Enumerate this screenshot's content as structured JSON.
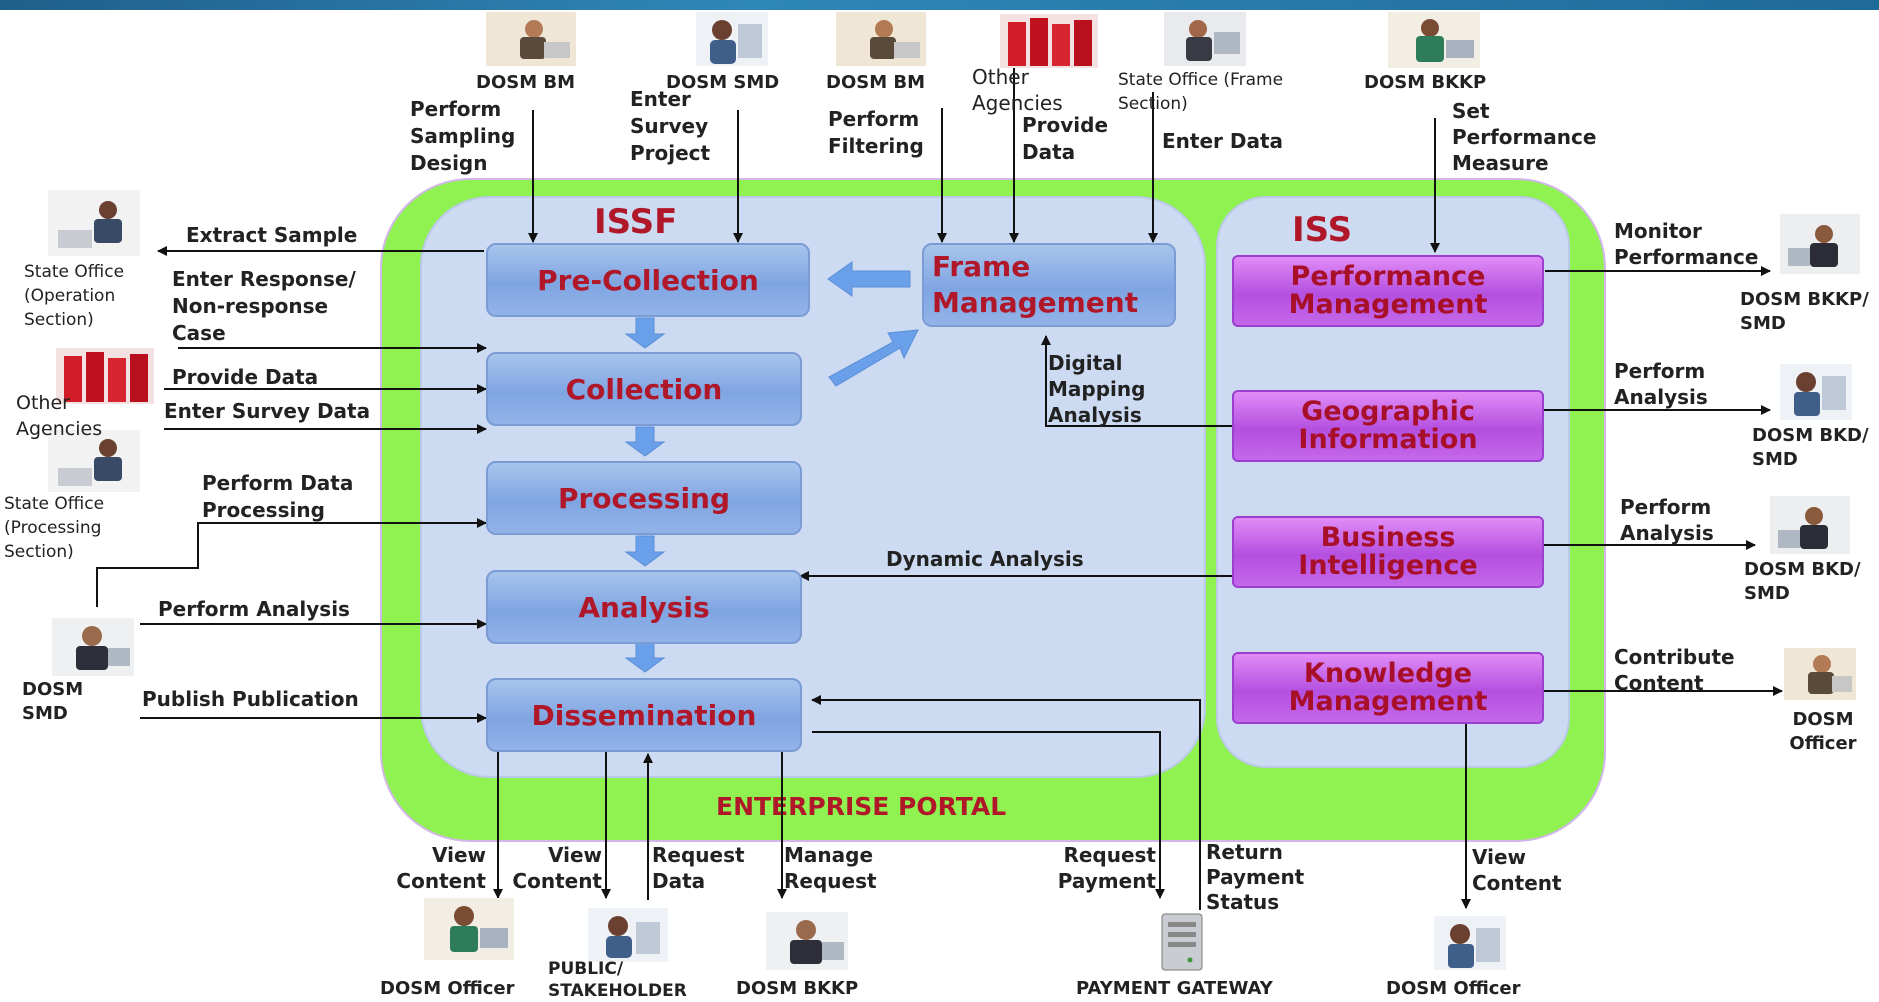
{
  "diagram": {
    "issf_title": "ISSF",
    "iss_title": "ISS",
    "portal_label": "ENTERPRISE PORTAL",
    "issf_boxes": {
      "pre_collection": "Pre-Collection",
      "collection": "Collection",
      "processing": "Processing",
      "analysis": "Analysis",
      "dissemination": "Dissemination",
      "frame_management": "Frame Management"
    },
    "iss_boxes": {
      "performance": "Performance Management",
      "geographic": "Geographic Information",
      "business": "Business Intelligence",
      "knowledge": "Knowledge Management"
    },
    "actors": {
      "dosm_bm_1": "DOSM BM",
      "dosm_smd_top": "DOSM SMD",
      "dosm_bm_2": "DOSM BM",
      "other_agencies_top": "Other Agencies",
      "state_office_frame": "State Office (Frame Section)",
      "dosm_bkkp_top": "DOSM BKKP",
      "state_office_operation": "State Office (Operation Section)",
      "other_agencies_left": "Other Agencies",
      "state_office_processing": "State Office (Processing Section)",
      "dosm_smd_left": "DOSM SMD",
      "dosm_bkkp_smd": "DOSM BKKP/ SMD",
      "dosm_bkd_smd_1": "DOSM BKD/ SMD",
      "dosm_bkd_smd_2": "DOSM BKD/ SMD",
      "dosm_officer_right": "DOSM Officer",
      "dosm_officer_bottom_left": "DOSM Officer",
      "public_stakeholder": "PUBLIC/ STAKEHOLDER",
      "dosm_bkkp_bottom": "DOSM BKKP",
      "payment_gateway": "PAYMENT GATEWAY",
      "dosm_officer_bottom_right": "DOSM Officer"
    },
    "actions": {
      "perform_sampling_design": "Perform Sampling Design",
      "enter_survey_project": "Enter Survey Project",
      "perform_filtering": "Perform Filtering",
      "provide_data_top": "Provide Data",
      "enter_data": "Enter Data",
      "set_performance_measure": "Set Performance Measure",
      "extract_sample": "Extract Sample",
      "enter_response": "Enter Response/ Non-response Case",
      "provide_data_left": "Provide Data",
      "enter_survey_data": "Enter Survey Data",
      "perform_data_processing": "Perform Data Processing",
      "perform_analysis_left": "Perform Analysis",
      "publish_publication": "Publish Publication",
      "monitor_performance": "Monitor Performance",
      "perform_analysis_r1": "Perform Analysis",
      "perform_analysis_r2": "Perform Analysis",
      "contribute_content": "Contribute Content",
      "digital_mapping_analysis": "Digital Mapping Analysis",
      "dynamic_analysis": "Dynamic Analysis",
      "view_content_1": "View Content",
      "view_content_2": "View Content",
      "request_data": "Request Data",
      "manage_request": "Manage Request",
      "request_payment": "Request Payment",
      "return_payment_status": "Return Payment Status",
      "view_content_3": "View Content"
    },
    "icons": {
      "person": "person-at-computer-icon",
      "binders": "red-binders-icon",
      "server": "server-icon"
    },
    "colors": {
      "portal": "#90f250",
      "inner_panel": "#ccdaf2",
      "blue_box": "#7fa5e2",
      "purple_box": "#b44fe0",
      "title_red": "#b0182a"
    }
  }
}
